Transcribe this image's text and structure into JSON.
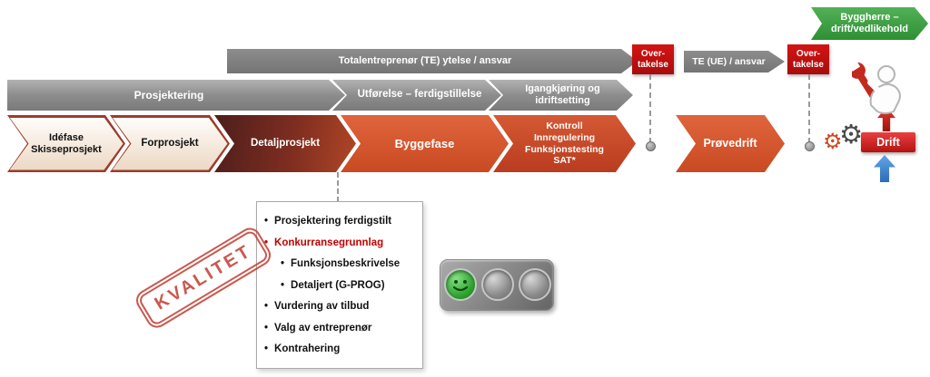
{
  "colors": {
    "green": "#3d9e41",
    "gray": "#808080",
    "red": "#c00000",
    "orange": "#d0522b",
    "maroon": "#5e2522",
    "blue": "#3c7fc4"
  },
  "top_banner": {
    "label": "Byggherre –\ndrift/vedlikehold"
  },
  "te_bar": {
    "label": "Totalentreprenør (TE) ytelse / ansvar"
  },
  "overtakelse_left": {
    "label": "Over-\ntakelse"
  },
  "te_ue_bar": {
    "label": "TE (UE) / ansvar"
  },
  "overtakelse_right": {
    "label": "Over-\ntakelse"
  },
  "gray_phases": [
    {
      "label": "Prosjektering"
    },
    {
      "label": "Utførelse – ferdigstillelse"
    },
    {
      "label": "Igangkjøring og\nidriftsetting"
    }
  ],
  "chevrons": [
    {
      "label": "Idéfase\nSkisseprosjekt"
    },
    {
      "label": "Forprosjekt"
    },
    {
      "label": "Detaljprosjekt"
    },
    {
      "label": "Byggefase"
    },
    {
      "label": "Kontroll\nInnregulering\nFunksjonstesting\nSAT*"
    },
    {
      "label": "Prøvedrift"
    }
  ],
  "drift": {
    "label": "Drift"
  },
  "stamp": {
    "label": "KVALITET"
  },
  "callout": {
    "bullet": "•",
    "items": [
      {
        "text": "Prosjektering ferdigstilt"
      },
      {
        "text": "Konkurransegrunnlag"
      },
      {
        "text": "Funksjonsbeskrivelse"
      },
      {
        "text": "Detaljert (G-PROG)"
      },
      {
        "text": "Vurdering av tilbud"
      },
      {
        "text": "Valg av entreprenør"
      },
      {
        "text": "Kontrahering"
      }
    ]
  },
  "icons": {
    "gear": "⚙"
  }
}
